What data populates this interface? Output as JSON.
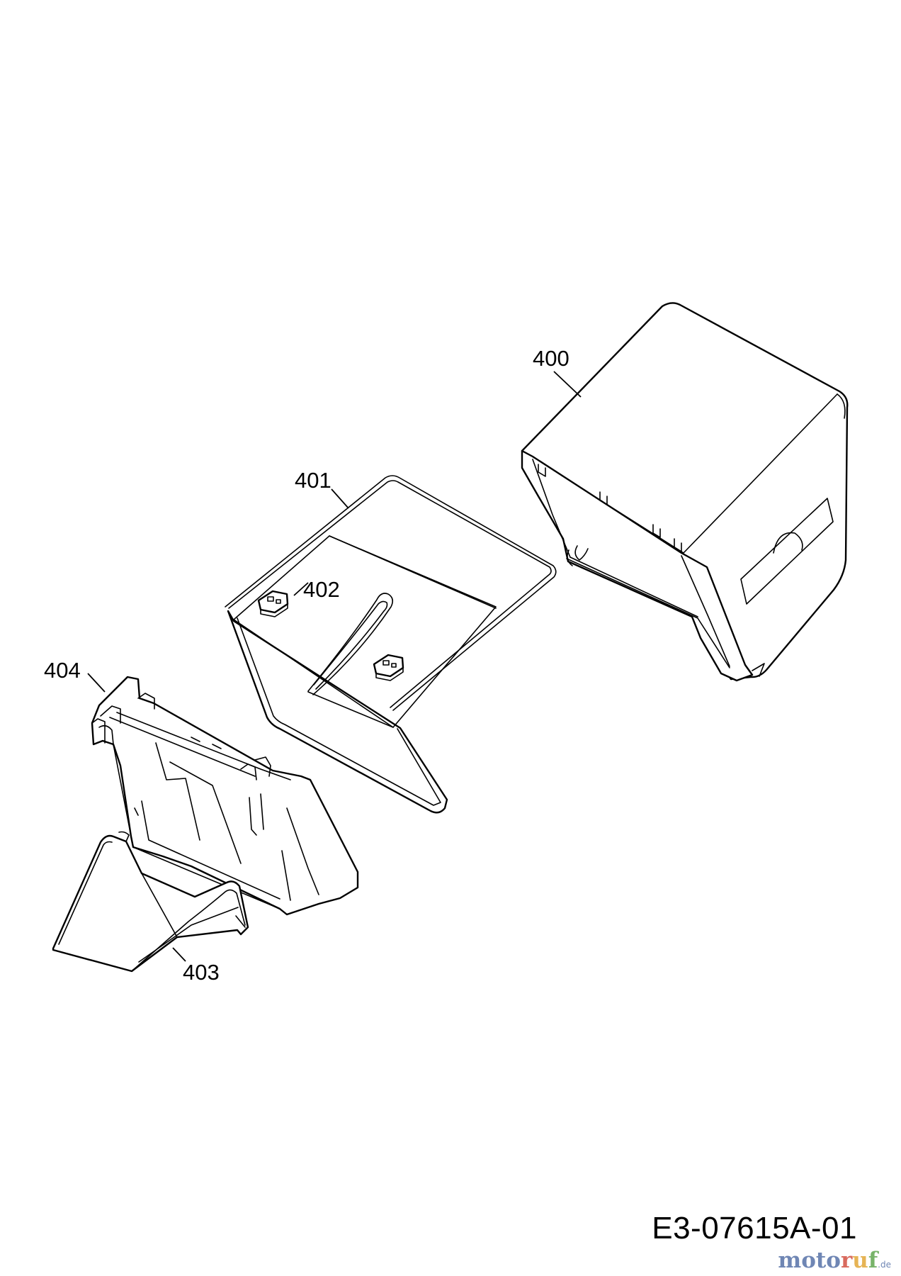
{
  "diagram": {
    "callouts": [
      {
        "id": "400",
        "label": "400"
      },
      {
        "id": "401",
        "label": "401"
      },
      {
        "id": "402",
        "label": "402"
      },
      {
        "id": "403",
        "label": "403"
      },
      {
        "id": "404",
        "label": "404"
      }
    ],
    "drawing_code": "E3-07615A-01",
    "watermark": {
      "m": "m",
      "o": "o",
      "t": "t",
      "o2": "o",
      "r": "r",
      "u": "u",
      "f": "f",
      "suffix": ".de"
    }
  }
}
